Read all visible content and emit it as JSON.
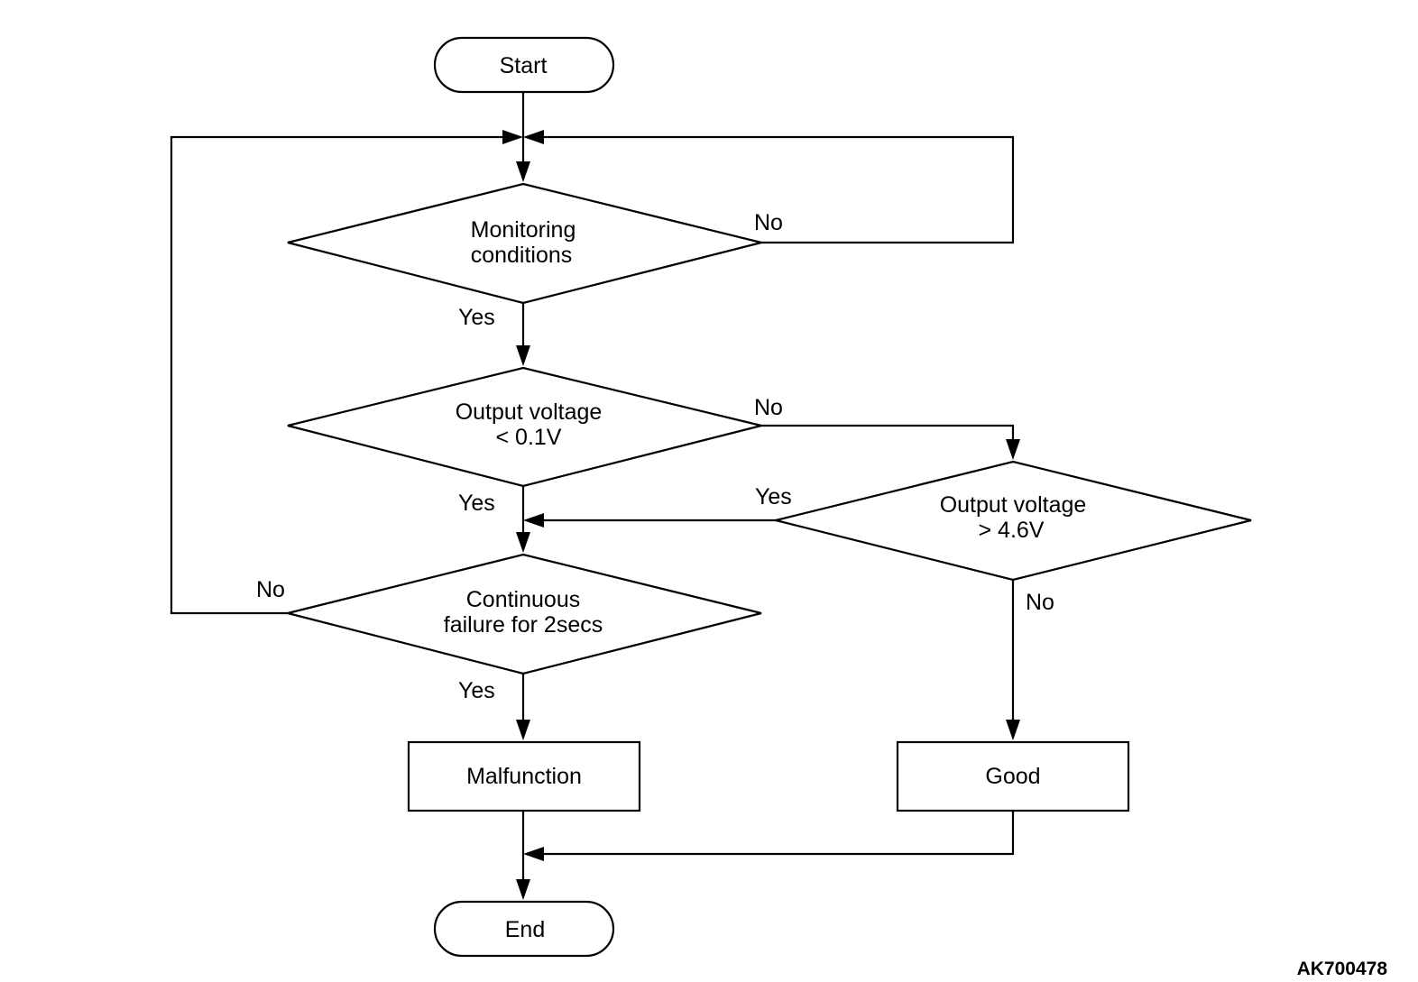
{
  "flowchart": {
    "nodes": {
      "start": "Start",
      "monitoring": [
        "Monitoring",
        "conditions"
      ],
      "low_voltage": [
        "Output voltage",
        "< 0.1V"
      ],
      "high_voltage": [
        "Output voltage",
        "> 4.6V"
      ],
      "continuous": [
        "Continuous",
        "failure for 2secs"
      ],
      "malfunction": "Malfunction",
      "good": "Good",
      "end": "End"
    },
    "edge_labels": {
      "monitoring_no": "No",
      "monitoring_yes": "Yes",
      "low_voltage_no": "No",
      "low_voltage_yes": "Yes",
      "high_voltage_yes": "Yes",
      "high_voltage_no": "No",
      "continuous_no": "No",
      "continuous_yes": "Yes"
    },
    "figure_code": "AK700478"
  }
}
